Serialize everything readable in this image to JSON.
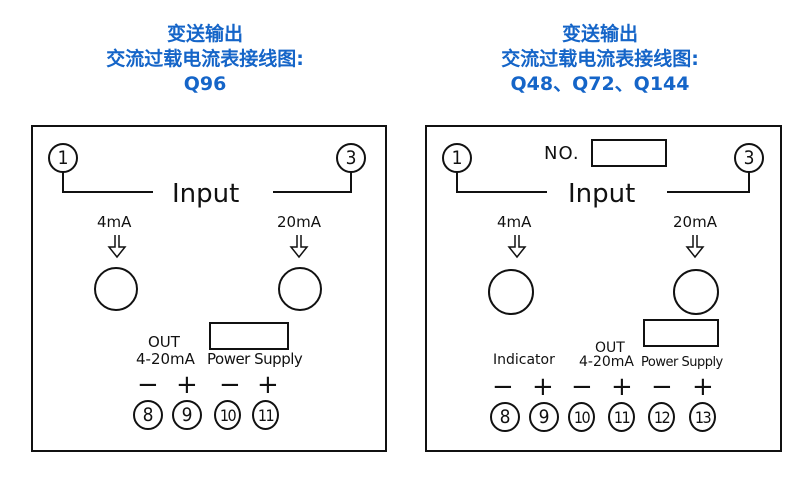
{
  "left": {
    "title_lines": [
      "变送输出",
      "交流过载电流表接线图:",
      "Q96"
    ],
    "terminal_top_left": "1",
    "terminal_top_right": "3",
    "input_label": "Input",
    "adj_low_label": "4mA",
    "adj_high_label": "20mA",
    "out_label": "OUT",
    "out_range_label": "4-20mA",
    "power_label_1": "Power",
    "power_label_2": "Supply",
    "signs": [
      "−",
      "+",
      "−",
      "+"
    ],
    "terminals_bottom": [
      "8",
      "9",
      "10",
      "11"
    ]
  },
  "right": {
    "title_lines": [
      "变送输出",
      "交流过载电流表接线图:",
      "Q48、Q72、Q144"
    ],
    "no_label": "NO.",
    "terminal_top_left": "1",
    "terminal_top_right": "3",
    "input_label": "Input",
    "adj_low_label": "4mA",
    "adj_high_label": "20mA",
    "indicator_label": "Indicator",
    "out_label": "OUT",
    "out_range_label": "4-20mA",
    "power_label_1": "Power",
    "power_label_2": "Supply",
    "signs": [
      "−",
      "+",
      "−",
      "+",
      "−",
      "+"
    ],
    "terminals_bottom": [
      "8",
      "9",
      "10",
      "11",
      "12",
      "13"
    ]
  },
  "colors": {
    "title": "#1565c8",
    "lines": "#111111"
  }
}
